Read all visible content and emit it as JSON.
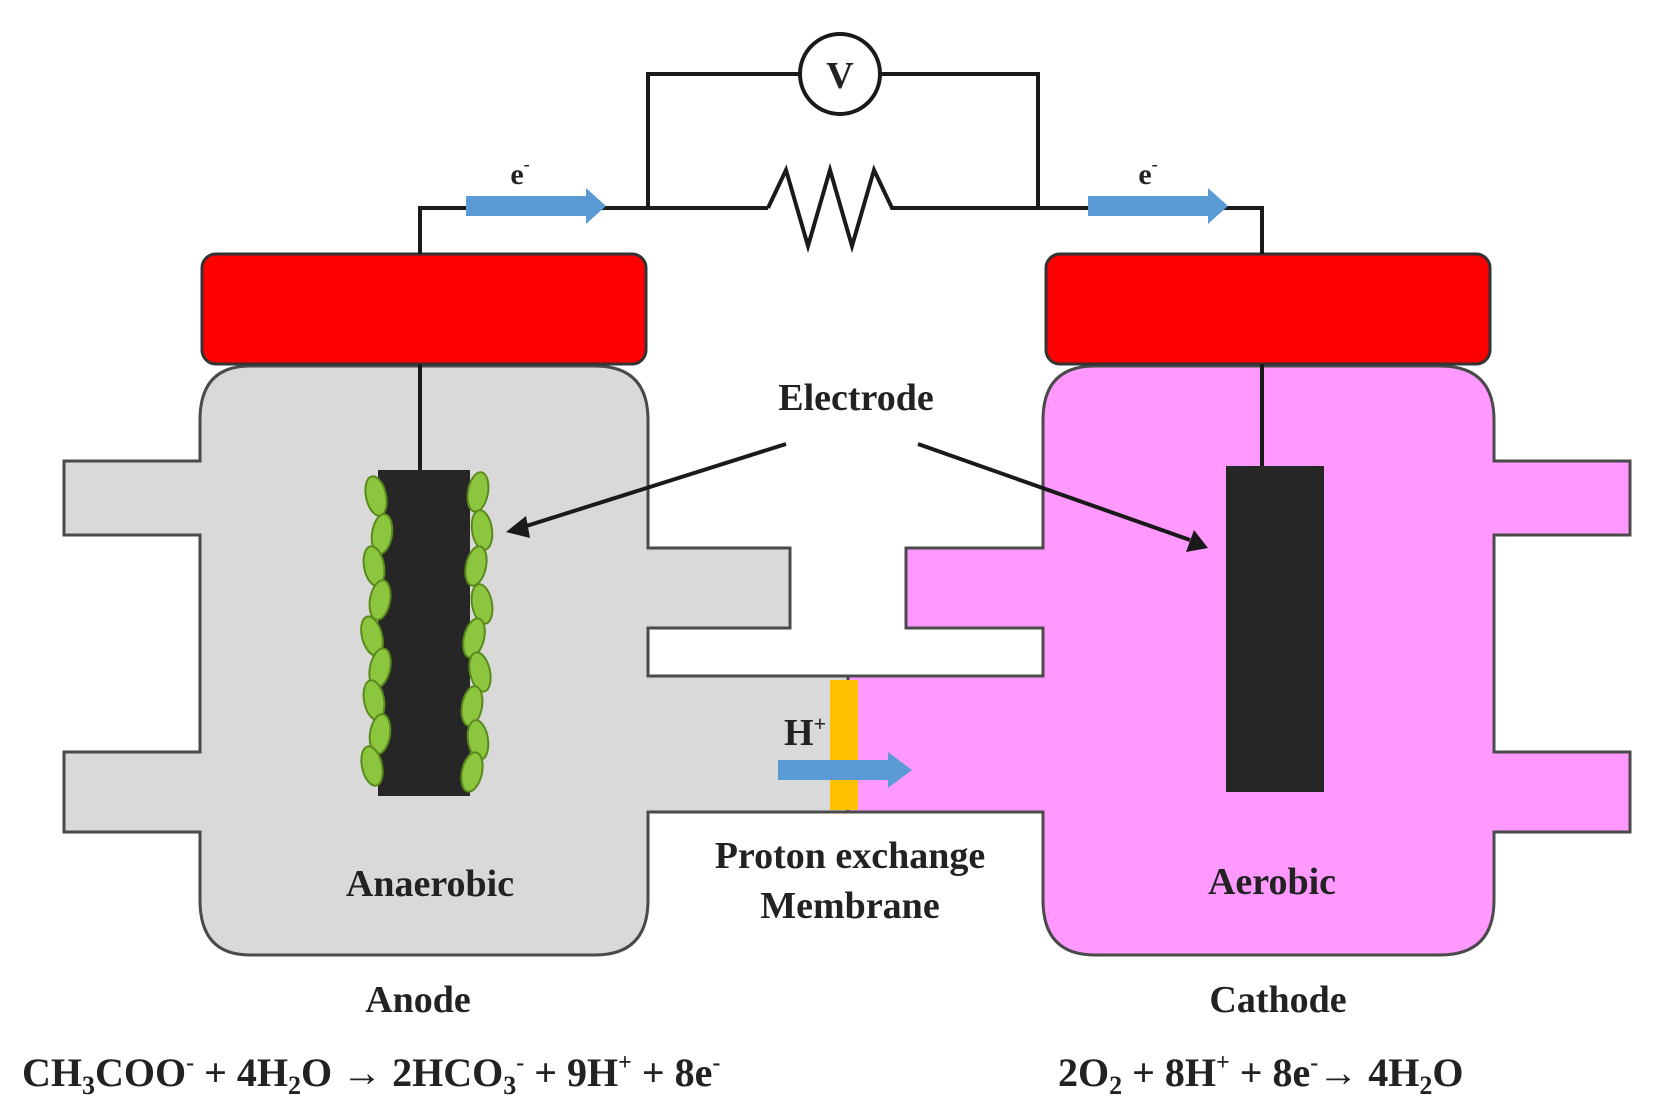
{
  "labels": {
    "voltmeter": "V",
    "electron_left": "e",
    "electron_right": "e",
    "electron_sign": "-",
    "electrode": "Electrode",
    "proton": "H",
    "plus": "+",
    "membrane_line1": "Proton exchange",
    "membrane_line2": "Membrane",
    "anaerobic": "Anaerobic",
    "aerobic": "Aerobic",
    "anode": "Anode",
    "cathode": "Cathode"
  },
  "anode_equation": {
    "t1": "CH",
    "s1": "3",
    "t2": "COO",
    "p1": "-",
    "t3": " + 4H",
    "s2": "2",
    "t4": "O → 2HCO",
    "s3": "3",
    "p2": "-",
    "t5": " + 9H",
    "p3": "+",
    "t6": " + 8e",
    "p4": "-"
  },
  "cathode_equation": {
    "t1": "2O",
    "s1": "2",
    "t2": " + 8H",
    "p1": "+",
    "t3": " + 8e",
    "p2": "-",
    "t4": "→ 4H",
    "s2": "2",
    "t5": "O"
  },
  "colors": {
    "anode_chamber": "#d9d9d9",
    "cathode_chamber": "#ff99ff",
    "electrode_cap": "#ff0000",
    "electrode": "#262626",
    "biofilm": "#8cc63f",
    "membrane": "#ffc000",
    "arrow_blue": "#5b9bd5",
    "wire": "#1a1a1a"
  }
}
